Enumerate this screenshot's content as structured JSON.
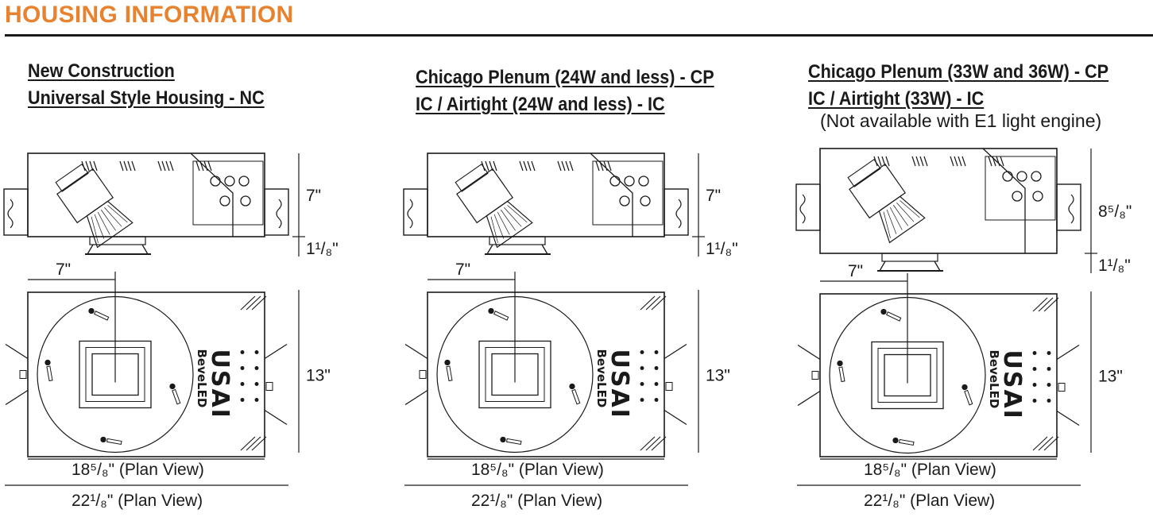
{
  "section_title": "HOUSING INFORMATION",
  "colors": {
    "accent": "#e8822e",
    "ink": "#1a1a1a"
  },
  "columns": [
    {
      "title_lines": [
        "New Construction",
        "Universal Style Housing - NC"
      ],
      "note": "",
      "height": "7\"",
      "height_tall": "",
      "flange": "1¹/₈\"",
      "offset": "7\"",
      "width_plan": "13\"",
      "length_inner": "18⁵/₈\" (Plan View)",
      "length_outer": "22¹/₈\" (Plan View)",
      "brand_main": "USAI",
      "brand_sub": "BeveLED"
    },
    {
      "title_lines": [
        "Chicago Plenum (24W and less) - CP",
        "IC / Airtight (24W and less) - IC"
      ],
      "note": "",
      "height": "7\"",
      "height_tall": "",
      "flange": "1¹/₈\"",
      "offset": "7\"",
      "width_plan": "13\"",
      "length_inner": "18⁵/₈\" (Plan View)",
      "length_outer": "22¹/₈\" (Plan View)",
      "brand_main": "USAI",
      "brand_sub": "BeveLED"
    },
    {
      "title_lines": [
        "Chicago Plenum (33W and 36W) - CP",
        "IC / Airtight (33W) - IC"
      ],
      "note": "(Not available with E1 light engine)",
      "height": "",
      "height_tall": "8⁵/₈\"",
      "flange": "1¹/₈\"",
      "offset": "7\"",
      "width_plan": "13\"",
      "length_inner": "18⁵/₈\" (Plan View)",
      "length_outer": "22¹/₈\" (Plan View)",
      "brand_main": "USAI",
      "brand_sub": "BeveLED"
    }
  ]
}
